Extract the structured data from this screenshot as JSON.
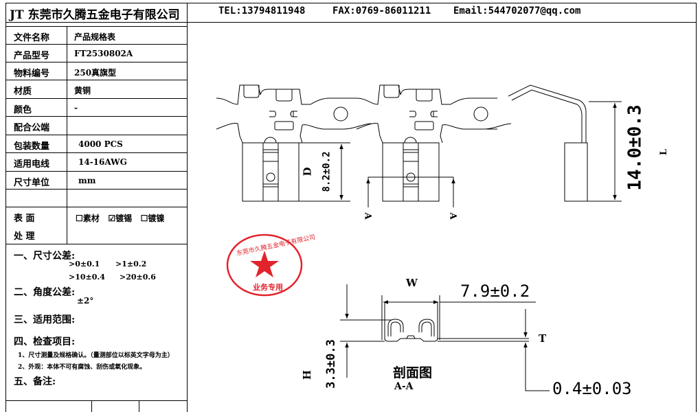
{
  "company_title": "JT 东莞市久腾五金电子有限公司",
  "contact": {
    "tel": "TEL:13794811948",
    "fax": "FAX:0769-86011211",
    "email": "Email:544702077@qq.com"
  },
  "spec_rows": [
    {
      "label": "文件名称",
      "value": "产品规格表"
    },
    {
      "label": "产品型号",
      "value": "FT2530802A"
    },
    {
      "label": "物料编号",
      "value": "250真旗型"
    },
    {
      "label": "材质",
      "value": "黄铜"
    },
    {
      "label": "颜色",
      "value": "-"
    },
    {
      "label": "配合公端",
      "value": ""
    },
    {
      "label": "包装数量",
      "value": "4000 PCS"
    },
    {
      "label": "适用电线",
      "value": "14-16AWG"
    },
    {
      "label": "尺寸单位",
      "value": "mm"
    }
  ],
  "surface": {
    "label_1": "表 面",
    "label_2": "处 理",
    "options": [
      {
        "label": "素材",
        "checked": false
      },
      {
        "label": "镀锡",
        "checked": true
      },
      {
        "label": "镀镍",
        "checked": false
      }
    ]
  },
  "notes": {
    "dim_tol_title": "一、尺寸公差:",
    "dim_tol": [
      ">0±0.1",
      ">1±0.2",
      ">10±0.4",
      ">20±0.6"
    ],
    "angle_tol_title": "二、角度公差:",
    "angle_tol": "±2°",
    "scope_title": "三、适用范围:",
    "inspect_title": "四、检查项目:",
    "inspect_items": [
      "1、尺寸测量及规格确认。（量测部位以标英文字母为主）",
      "2、外观：本体不可有腐蚀、刮伤或氧化现象。"
    ],
    "remark_title": "五、备注:"
  },
  "drawing": {
    "D_label": "D",
    "D_value": "8.2±0.2",
    "L_label": "L",
    "L_value": "14.0±0.3",
    "section_mark": "A",
    "W_label": "W",
    "W_value": "7.9±0.2",
    "T_label": "T",
    "T_value": "0.4±0.03",
    "H_label": "H",
    "H_value": "3.3±0.3",
    "section_title": "剖面图",
    "section_name": "A-A"
  },
  "stamp": {
    "ring_text": "东莞市久腾五金电子有限公司",
    "bottom_text": "业务专用",
    "color": "#e3232c"
  }
}
